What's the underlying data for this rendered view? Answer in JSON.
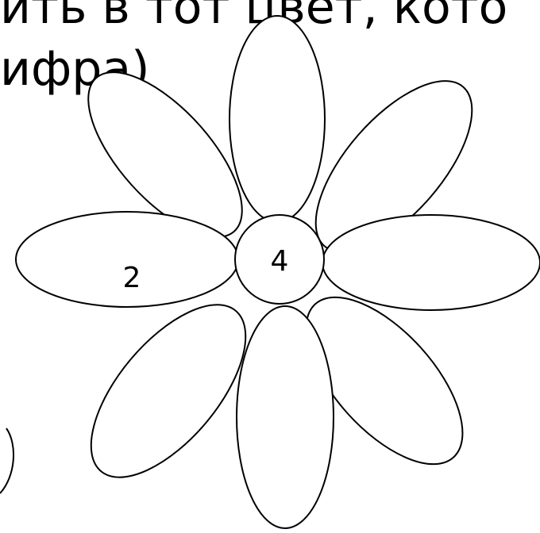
{
  "slide": {
    "heading_line1": "ить в тот цвет, кото",
    "heading_line2": "ифра)"
  },
  "flower": {
    "center_number": "4",
    "left_petal_number": "2"
  },
  "colors": {
    "background": "#ffffff",
    "outline": "#000000",
    "text": "#000000"
  }
}
